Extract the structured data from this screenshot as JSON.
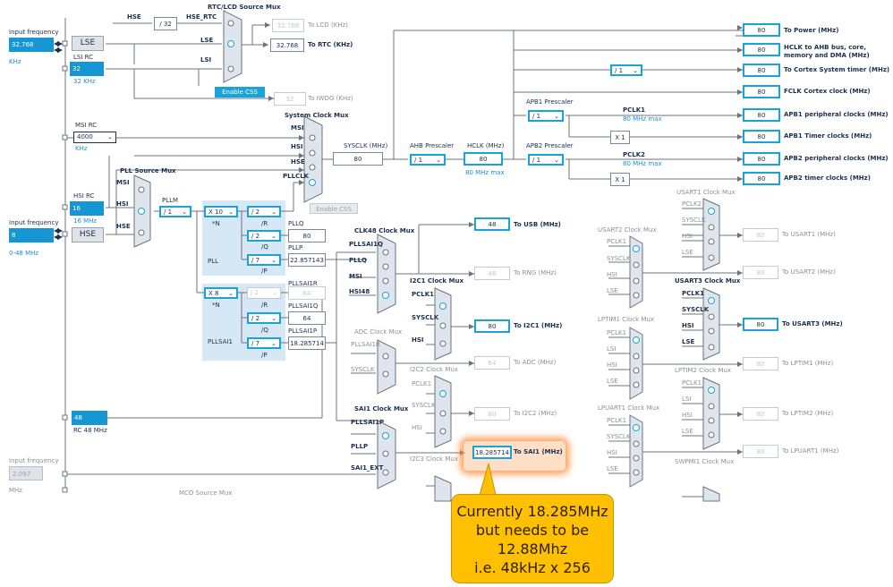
{
  "sources": {
    "input_frequency_label": "Input frequency",
    "lse_value": "32.768",
    "lse_unit": "KHz",
    "lse_button": "LSE",
    "lsi_rc_label": "LSI RC",
    "lsi_value": "32",
    "lsi_unit": "32 KHz",
    "msi_rc_label": "MSI RC",
    "msi_value": "4000",
    "msi_unit": "KHz",
    "hsi_rc_label": "HSI RC",
    "hsi_value": "16",
    "hsi_unit": "16 MHz",
    "hse_input_label": "Input frequency",
    "hse_value": "8",
    "hse_range": "0-48 MHz",
    "hse_button": "HSE",
    "rc48_value": "48",
    "rc48_label": "RC 48 MHz",
    "audio_input_label": "Input frequency",
    "audio_value": "2.097",
    "audio_unit": "MHz"
  },
  "rtc": {
    "title": "RTC/LCD Source Mux",
    "hse_label": "HSE",
    "div_value": "/ 32",
    "hse_rtc_label": "HSE_RTC",
    "lse_label": "LSE",
    "lsi_label": "LSI",
    "lcd_value": "32.768",
    "lcd_label": "To LCD (KHz)",
    "rtc_value": "32.768",
    "rtc_label": "To RTC (KHz)",
    "css_button": "Enable CSS",
    "iwdg_value": "32",
    "iwdg_label": "To IWDG (KHz)"
  },
  "system": {
    "title": "System Clock Mux",
    "in_msi": "MSI",
    "in_hsi": "HSI",
    "in_hse": "HSE",
    "in_pllclk": "PLLCLK",
    "css_button": "Enable CSS",
    "sysclk_label": "SYSCLK (MHz)",
    "sysclk_value": "80",
    "ahb_label": "AHB Prescaler",
    "ahb_value": "/ 1",
    "hclk_label": "HCLK (MHz)",
    "hclk_value": "80",
    "hclk_max": "80 MHz max",
    "apb1_label": "APB1 Prescaler",
    "apb1_value": "/ 1",
    "apb2_label": "APB2 Prescaler",
    "apb2_value": "/ 1",
    "pclk1_label": "PCLK1",
    "pclk1_max": "80 MHz max",
    "pclk2_label": "PCLK2",
    "pclk2_max": "80 MHz max",
    "x1_a": "X 1",
    "x1_b": "X 1",
    "cortex_div": "/ 1"
  },
  "outputs": [
    {
      "value": "80",
      "label": "To Power (MHz)"
    },
    {
      "value": "80",
      "label": "HCLK to AHB bus, core,"
    },
    {
      "value": "80",
      "label": "To Cortex System timer (MHz)"
    },
    {
      "value": "80",
      "label": "FCLK Cortex clock (MHz)"
    },
    {
      "value": "80",
      "label": "APB1 peripheral clocks (MHz)"
    },
    {
      "value": "80",
      "label": "APB1 Timer clocks (MHz)"
    },
    {
      "value": "80",
      "label": "APB2 peripheral clocks (MHz)"
    },
    {
      "value": "80",
      "label": "APB2 timer clocks (MHz)"
    }
  ],
  "hclk_label_line2": "memory and DMA (MHz)",
  "pll": {
    "source_mux_title": "PLL Source Mux",
    "in_msi": "MSI",
    "in_hsi": "HSI",
    "in_hse": "HSE",
    "pllm_label": "PLLM",
    "pllm_value": "/ 1",
    "n_value": "X 10",
    "n_label": "*N",
    "r_value": "/ 2",
    "r_label": "/R",
    "q_value": "/ 2",
    "q_label": "/Q",
    "p_value": "/ 7",
    "p_label": "/P",
    "pll_label": "PLL",
    "pllq_label": "PLLQ",
    "pllq_value": "80",
    "pllp_label": "PLLP",
    "pllp_value": "22.857143"
  },
  "pllsai1": {
    "n_value": "X 8",
    "n_label": "*N",
    "r_value": "/ 2",
    "r_label": "/R",
    "q_value": "/ 2",
    "q_label": "/Q",
    "p_value": "/ 7",
    "p_label": "/P",
    "block_label": "PLLSAI1",
    "r_out_label": "PLLSAI1R",
    "r_out_value": "64",
    "q_out_label": "PLLSAI1Q",
    "q_out_value": "64",
    "p_out_label": "PLLSAI1P",
    "p_out_value": "18.285714"
  },
  "clk48": {
    "title": "CLK48 Clock Mux",
    "in1": "PLLSAI1Q",
    "in2": "PLLQ",
    "in3": "MSI",
    "in4": "HSI48",
    "usb_value": "48",
    "usb_label": "To USB (MHz)",
    "rng_value": "48",
    "rng_label": "To RNG (MHz)"
  },
  "adc": {
    "title": "ADC Clock Mux",
    "in1": "PLLSAI1R",
    "in2": "SYSCLK",
    "value": "64",
    "label": "To ADC (MHz)"
  },
  "sai1": {
    "title": "SAI1 Clock Mux",
    "in1": "PLLSAI1P",
    "in2": "PLLP",
    "in3": "SAI1_EXT",
    "value": "18.285714",
    "label": "To SAI1 (MHz)"
  },
  "i2c1": {
    "title": "I2C1 Clock Mux",
    "in1": "PCLK1",
    "in2": "SYSCLK",
    "in3": "HSI",
    "value": "80",
    "label": "To I2C1 (MHz)"
  },
  "i2c2": {
    "title": "I2C2 Clock Mux",
    "in1": "PCLK1",
    "in2": "SYSCLK",
    "in3": "HSI",
    "value": "80",
    "label": "To I2C2 (MHz)"
  },
  "i2c3": {
    "title": "I2C3 Clock Mux"
  },
  "mco": {
    "title": "MCO Source Mux"
  },
  "usart1": {
    "title": "USART1 Clock Mux",
    "in1": "PCLK2",
    "in2": "SYSCLK",
    "in3": "HSI",
    "in4": "LSE",
    "value": "80",
    "label": "To USART1 (MHz)"
  },
  "usart2": {
    "title": "USART2 Clock Mux",
    "in1": "PCLK1",
    "in2": "SYSCLK",
    "in3": "HSI",
    "in4": "LSE",
    "value": "80",
    "label": "To USART2 (MHz)"
  },
  "usart3": {
    "title": "USART3 Clock Mux",
    "in1": "PCLK1",
    "in2": "SYSCLK",
    "in3": "HSI",
    "in4": "LSE",
    "value": "80",
    "label": "To USART3 (MHz)"
  },
  "lptim1": {
    "title": "LPTIM1 Clock Mux",
    "in1": "PCLK1",
    "in2": "LSI",
    "in3": "HSI",
    "in4": "LSE",
    "value": "80",
    "label": "To LPTIM1 (MHz)"
  },
  "lptim2": {
    "title": "LPTIM2 Clock Mux",
    "in1": "PCLK1",
    "in2": "LSI",
    "in3": "HSI",
    "in4": "LSE",
    "value": "80",
    "label": "To LPTIM2 (MHz)"
  },
  "lpuart1": {
    "title": "LPUART1 Clock Mux",
    "in1": "PCLK1",
    "in2": "SYSCLK",
    "in3": "HSI",
    "in4": "LSE",
    "value": "80",
    "label": "To LPUART1 (MHz)"
  },
  "swpmi1": {
    "title": "SWPMI1 Clock Mux"
  },
  "callout": {
    "line1": "Currently 18.285MHz",
    "line2": "but needs to be",
    "line3": "12.88Mhz",
    "line4": "i.e. 48kHz x 256"
  },
  "colors": {
    "accent": "#1696d2",
    "highlight": "#1aa3d9",
    "callout": "#ffc000",
    "navy": "#1b2f4f",
    "panel": "#d6e7f5"
  }
}
